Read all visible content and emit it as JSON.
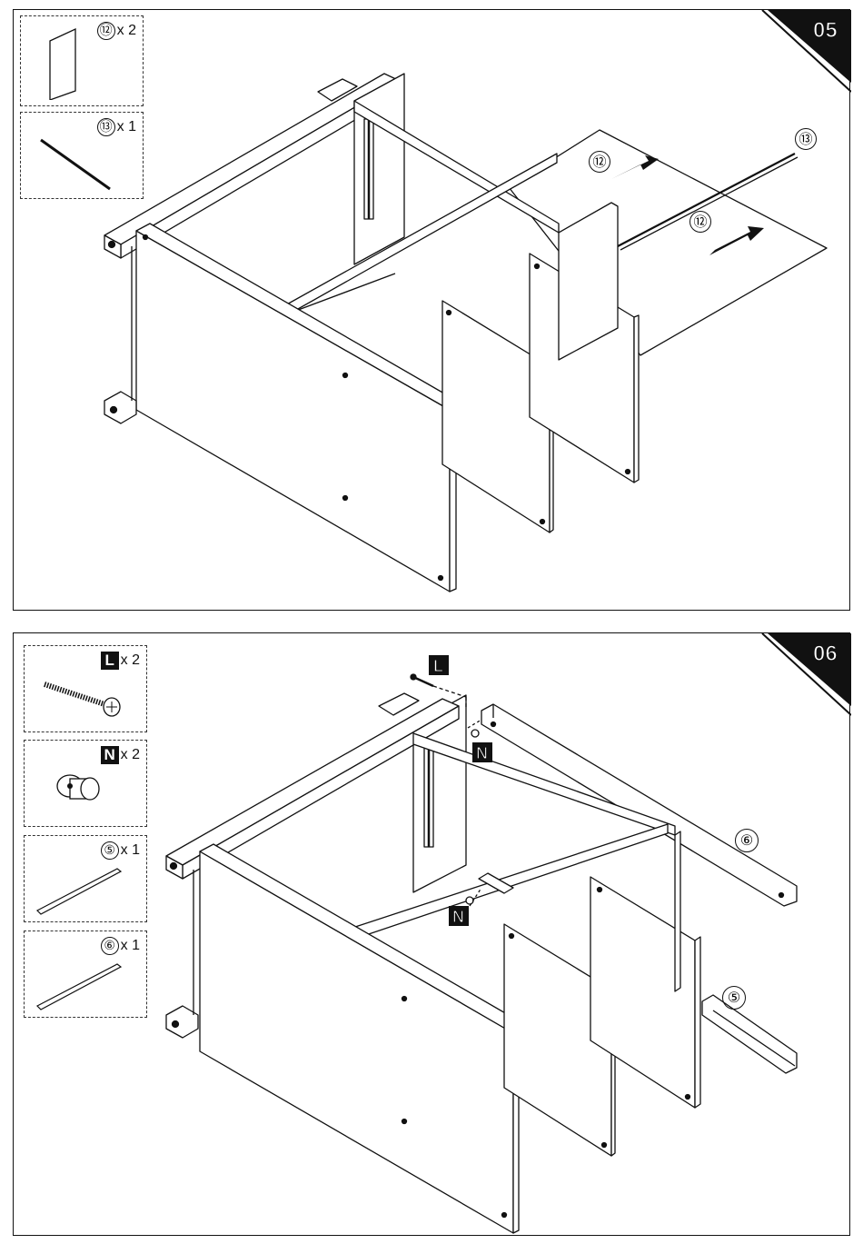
{
  "step5": {
    "number": "05",
    "parts": [
      {
        "id": "⑫",
        "qty": "x 2",
        "icon": "panel-icon"
      },
      {
        "id": "⑬",
        "qty": "x 1",
        "icon": "rod-icon"
      }
    ],
    "callouts": {
      "panel_a": "⑫",
      "panel_b": "⑫",
      "rod": "⑬"
    }
  },
  "step6": {
    "number": "06",
    "parts": [
      {
        "letter": "L",
        "qty": "x 2",
        "icon": "screw-icon"
      },
      {
        "letter": "N",
        "qty": "x 2",
        "icon": "cam-nut-icon"
      },
      {
        "id": "⑤",
        "qty": "x 1",
        "icon": "rail-icon"
      },
      {
        "id": "⑥",
        "qty": "x 1",
        "icon": "rail-icon"
      }
    ],
    "callouts": {
      "screw": "L",
      "nut_top": "N",
      "nut_bottom": "N",
      "rail_6": "⑥",
      "rail_5": "⑤"
    }
  },
  "colors": {
    "line": "#111111",
    "badge": "#111111",
    "background": "#ffffff"
  }
}
